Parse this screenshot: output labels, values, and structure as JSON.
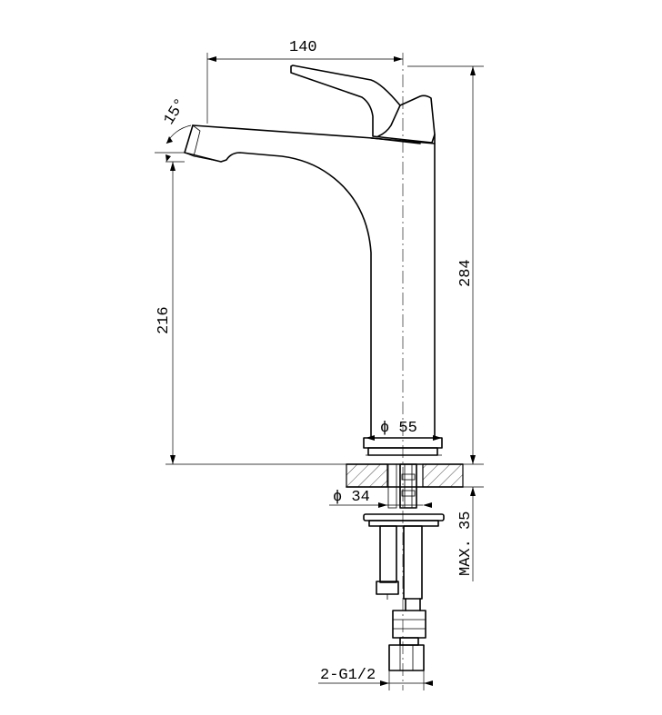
{
  "dimensions": {
    "width_top": "140",
    "angle": "15°",
    "height_total": "284",
    "height_spout": "216",
    "diameter_base": "ϕ 55",
    "diameter_hole": "ϕ 34",
    "max_thickness": "MAX. 35",
    "thread": "2-G1/2"
  }
}
